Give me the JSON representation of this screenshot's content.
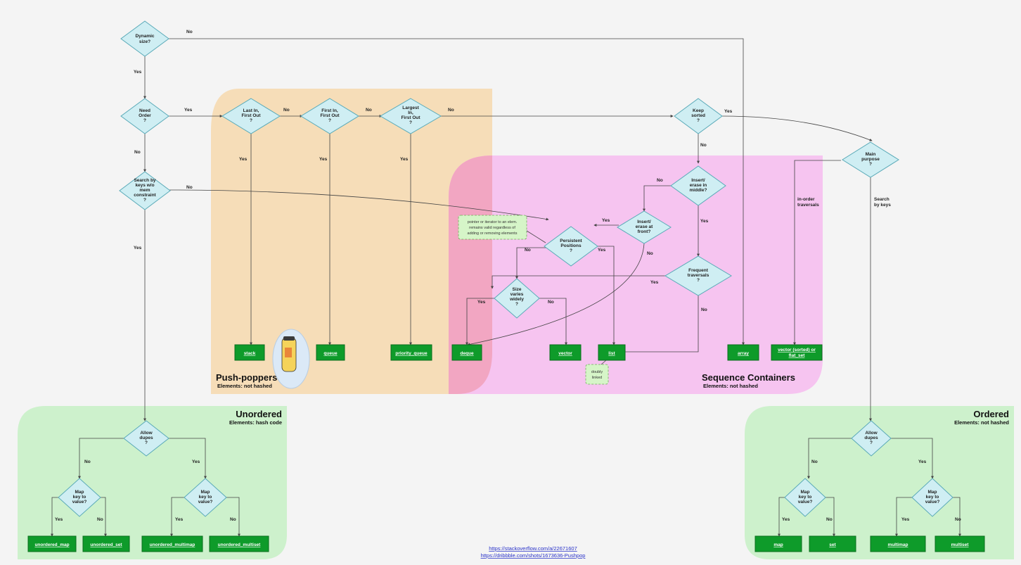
{
  "regions": {
    "push_poppers": {
      "title": "Push-poppers",
      "subtitle": "Elements: not hashed"
    },
    "sequence": {
      "title": "Sequence Containers",
      "subtitle": "Elements: not hashed"
    },
    "unordered": {
      "title": "Unordered",
      "subtitle": "Elements: hash code"
    },
    "ordered": {
      "title": "Ordered",
      "subtitle": "Elements: not hashed"
    }
  },
  "decisions": {
    "dynamic": [
      "Dynamic",
      "size?"
    ],
    "need_order": [
      "Need",
      "Order",
      "?"
    ],
    "search_keys": [
      "Search by",
      "keys w/o",
      "mem",
      "constraint",
      "?"
    ],
    "lifo": [
      "Last In,",
      "First Out",
      "?"
    ],
    "fifo": [
      "First In,",
      "First Out",
      "?"
    ],
    "lifo_largest": [
      "Largest",
      "In,",
      "First Out",
      "?"
    ],
    "keep_sorted": [
      "Keep",
      "sorted",
      "?"
    ],
    "main_purpose": [
      "Main",
      "purpose",
      "?"
    ],
    "insert_middle": [
      "Insert/",
      "erase in",
      "middle?"
    ],
    "insert_front": [
      "Insert/",
      "erase at",
      "front?"
    ],
    "persistent": [
      "Persistent",
      "Positions",
      "?"
    ],
    "frequent": [
      "Frequent",
      "traversals",
      "?"
    ],
    "size_varies": [
      "Size",
      "varies",
      "widely",
      "?"
    ],
    "u_dupes": [
      "Allow",
      "dupes",
      "?"
    ],
    "u_map_no": [
      "Map",
      "key to",
      "value?"
    ],
    "u_map_yes": [
      "Map",
      "key to",
      "value?"
    ],
    "o_dupes": [
      "Allow",
      "dupes",
      "?"
    ],
    "o_map_no": [
      "Map",
      "key to",
      "value?"
    ],
    "o_map_yes": [
      "Map",
      "key to",
      "value?"
    ]
  },
  "containers": {
    "stack": "stack",
    "queue": "queue",
    "priority_queue": "priority_queue",
    "deque": "deque",
    "vector": "vector",
    "list": "list",
    "array": "array",
    "vector_sorted_a": "vector (sorted) or",
    "vector_sorted_b": "flat_set",
    "unordered_map": "unordered_map",
    "unordered_set": "unordered_set",
    "unordered_multimap": "unordered_multimap",
    "unordered_multiset": "unordered_multiset",
    "map": "map",
    "set": "set",
    "multimap": "multimap",
    "multiset": "multiset"
  },
  "edge_labels": {
    "yes": "Yes",
    "no": "No",
    "in_order": [
      "in-order",
      "traversals"
    ],
    "search_by": [
      "Search",
      "by keys"
    ]
  },
  "notes": {
    "persistent_note": [
      "pointer or iterator to an elem.",
      "remains valid regardless of",
      "adding or removing elements"
    ],
    "list_note": [
      "doubly",
      "linked"
    ]
  },
  "links": {
    "so": "https://stackoverflow.com/a/22671607",
    "dribbble": "https://dribbble.com/shots/1673636-Pushpop"
  },
  "colors": {
    "push_poppers": "#f6ddb8",
    "sequence": "#f6c4f0",
    "deque_zone": "#f2a6c2",
    "tree_regions": "#cdf1cc",
    "decision": "#cfeef3",
    "container": "#0e9b2a"
  },
  "icons": [
    "push-pop-icon"
  ]
}
